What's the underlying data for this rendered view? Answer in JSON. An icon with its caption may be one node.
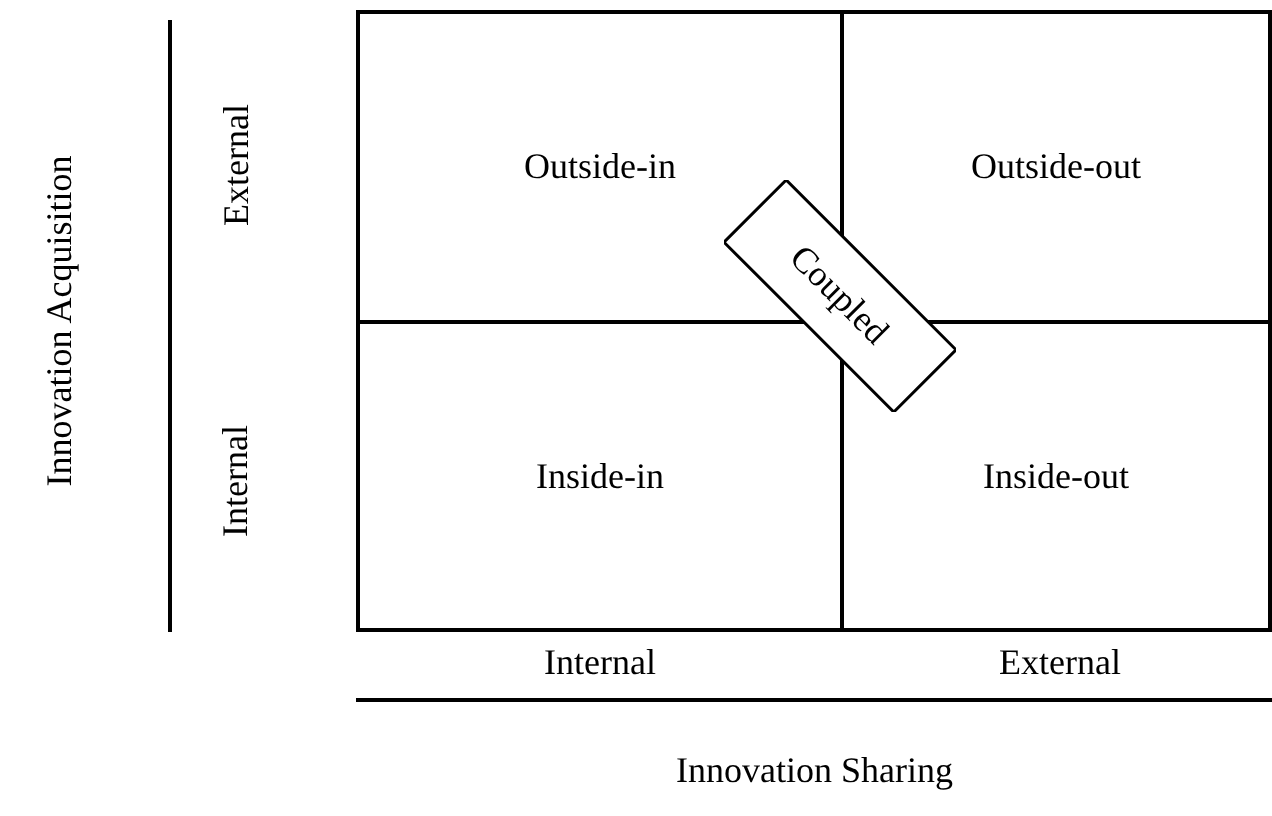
{
  "diagram": {
    "nodes": [
      {
        "text": [
          "Outside-in"
        ]
      },
      {
        "text": [
          "Outside-out"
        ]
      },
      {
        "text": [
          "Inside-in"
        ]
      },
      {
        "text": [
          "Inside-out"
        ]
      },
      {
        "text": [
          "Coupled"
        ]
      }
    ],
    "edges": [],
    "labels": [
      "Innovation Acquisition",
      "External",
      "Internal",
      "Internal",
      "External",
      "Innovation Sharing"
    ]
  }
}
